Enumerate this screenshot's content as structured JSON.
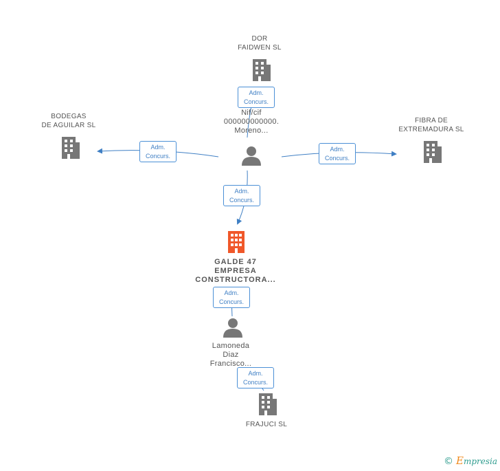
{
  "colors": {
    "edge": "#3f7fc4",
    "building": "#777777",
    "focus_building": "#f0582a",
    "person": "#777777"
  },
  "nodes": {
    "center_person": [
      "Nif/cif",
      "000000000000.",
      "Moreno..."
    ],
    "dor": [
      "DOR",
      "FAIDWEN SL"
    ],
    "bodegas": [
      "BODEGAS",
      "DE AGUILAR SL"
    ],
    "fibra": [
      "FIBRA DE",
      "EXTREMADURA SL"
    ],
    "galde": [
      "GALDE 47",
      "EMPRESA",
      "CONSTRUCTORA..."
    ],
    "lamoneda": [
      "Lamoneda",
      "Diaz",
      "Francisco..."
    ],
    "frajuci": [
      "FRAJUCI SL"
    ]
  },
  "edge_label": [
    "Adm.",
    "Concurs."
  ],
  "brand": {
    "copyright": "©",
    "first_letter": "E",
    "rest": "mpresia"
  }
}
